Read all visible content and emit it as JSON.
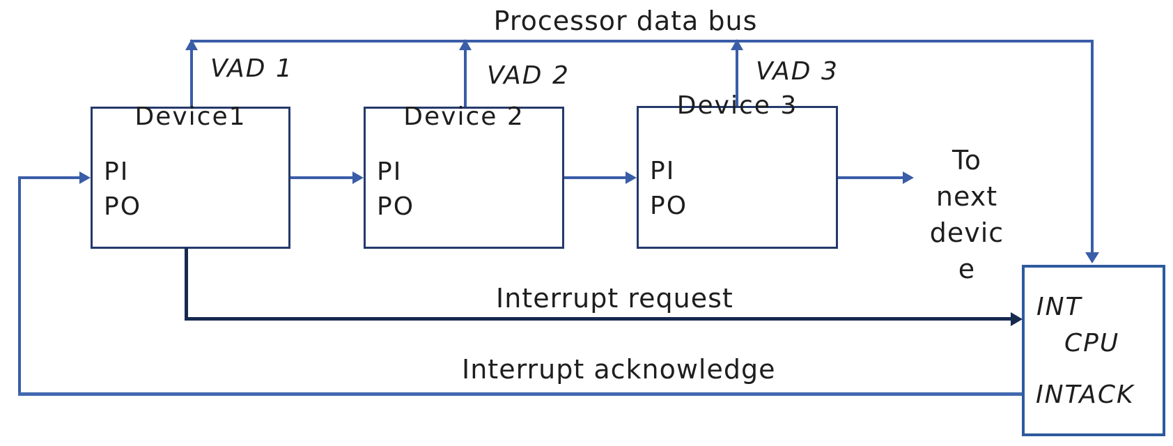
{
  "bus_label": "Processor data bus",
  "devices": [
    {
      "name": "Device1",
      "vad": "VAD 1",
      "pi": "PI",
      "po": "PO"
    },
    {
      "name": "Device 2",
      "vad": "VAD 2",
      "pi": "PI",
      "po": "PO"
    },
    {
      "name": "Device 3",
      "vad": "VAD 3",
      "pi": "PI",
      "po": "PO"
    }
  ],
  "to_next": [
    "To",
    "next",
    "devic",
    "e"
  ],
  "cpu": {
    "int_label": "INT",
    "name": "CPU",
    "intack_label": "INTACK"
  },
  "request_label": "Interrupt request",
  "ack_label": "Interrupt acknowledge",
  "colors": {
    "bus_line": "#3A5DA8",
    "request_line": "#16294F",
    "acknowledge_line": "#4268AE",
    "device_border": "#24396B",
    "cpu_border": "#2E5A9E",
    "text": "#1E1E1E"
  }
}
